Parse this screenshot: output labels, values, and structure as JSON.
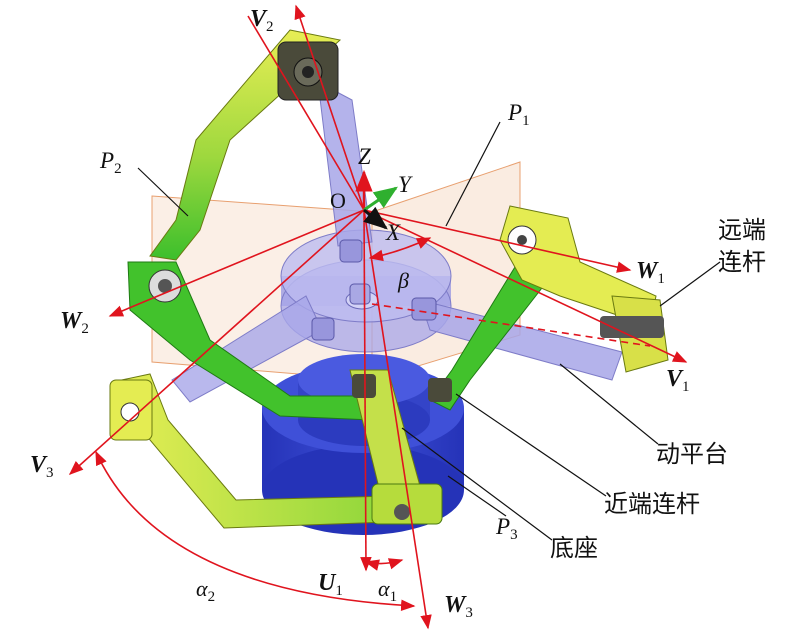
{
  "labels": {
    "v2": "V",
    "v2_sub": "2",
    "p1": "P",
    "p1_sub": "1",
    "p2": "P",
    "p2_sub": "2",
    "z": "Z",
    "y": "Y",
    "o": "O",
    "x": "X",
    "beta": "β",
    "w1": "W",
    "w1_sub": "1",
    "w2": "W",
    "w2_sub": "2",
    "v1": "V",
    "v1_sub": "1",
    "v3": "V",
    "v3_sub": "3",
    "p3": "P",
    "p3_sub": "3",
    "u1": "U",
    "u1_sub": "1",
    "alpha1": "α",
    "alpha1_sub": "1",
    "alpha2": "α",
    "alpha2_sub": "2",
    "w3": "W",
    "w3_sub": "3",
    "distal_line1": "远端",
    "distal_line2": "连杆",
    "moving_platform": "动平台",
    "proximal_link": "近端连杆",
    "base": "底座"
  },
  "colors": {
    "axis_red": "#e0141e",
    "z_axis": "#e0141e",
    "y_axis": "#2fb02f",
    "x_axis": "#111111",
    "link_yellow": "#e4ec52",
    "link_green": "#3ec02a",
    "platform_lavender": "#a7a6e8",
    "base_blue": "#2f3fc8",
    "plane_peach": "#f6dcc8"
  }
}
